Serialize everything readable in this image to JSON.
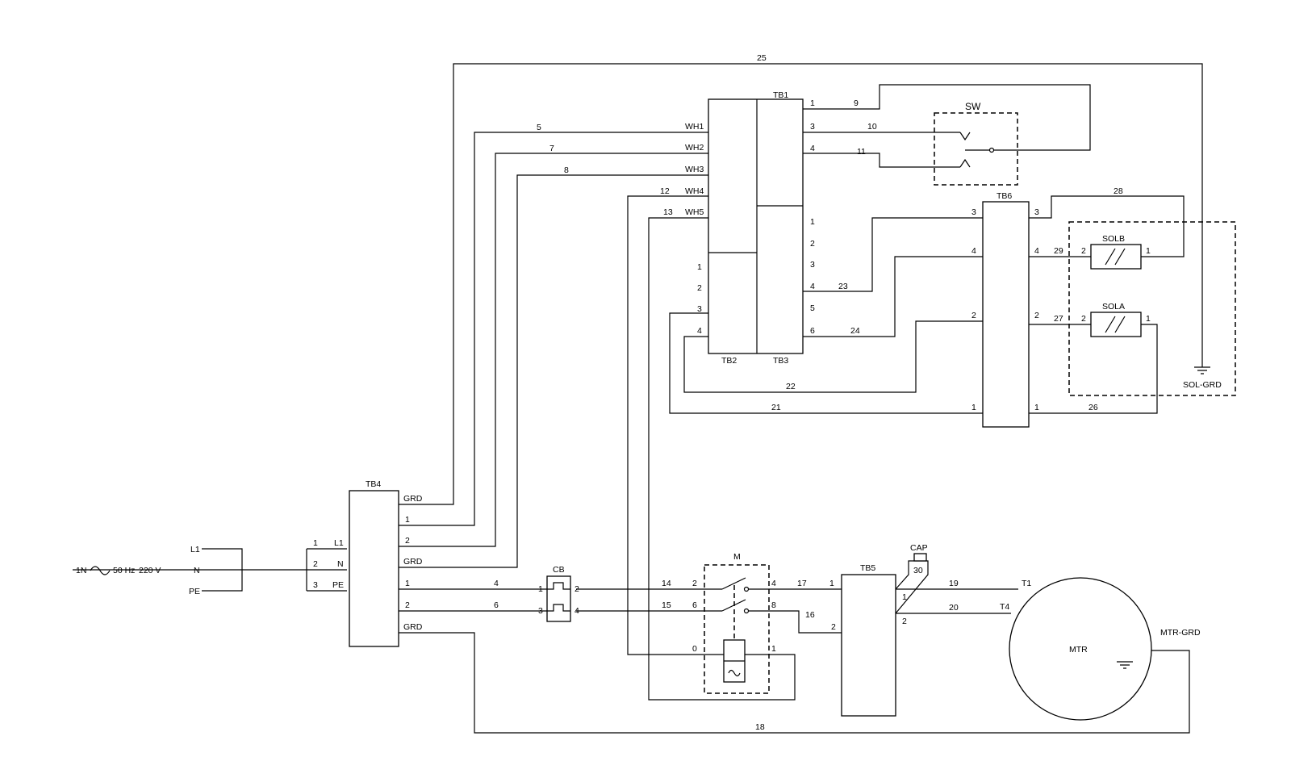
{
  "supply": {
    "label": "1N",
    "freq": "50 Hz",
    "volt": "220 V",
    "lines": [
      "L1",
      "N",
      "PE"
    ]
  },
  "tb4": {
    "name": "TB4",
    "in_nums": [
      "1",
      "2",
      "3"
    ],
    "in_labels": [
      "L1",
      "N",
      "PE"
    ],
    "out": [
      "GRD",
      "1",
      "2",
      "GRD",
      "1",
      "2",
      "GRD"
    ]
  },
  "cb": {
    "name": "CB",
    "terms": [
      "1",
      "2",
      "3",
      "4"
    ]
  },
  "m": {
    "name": "M",
    "terms": [
      "2",
      "4",
      "6",
      "8",
      "0",
      "1"
    ]
  },
  "tb5": {
    "name": "TB5",
    "terms": [
      "1",
      "2"
    ],
    "out": [
      "1",
      "2"
    ]
  },
  "cap": {
    "name": "CAP",
    "wire": "30"
  },
  "mtr": {
    "name": "MTR",
    "terms": [
      "T1",
      "T4"
    ],
    "grd": "MTR-GRD"
  },
  "tb1": {
    "name": "TB1",
    "terms": [
      "1",
      "3",
      "4"
    ]
  },
  "tb2": {
    "name": "TB2",
    "terms": [
      "1",
      "2",
      "3",
      "4"
    ]
  },
  "tb3": {
    "name": "TB3",
    "terms": [
      "1",
      "2",
      "3",
      "4",
      "5",
      "6"
    ]
  },
  "wh": [
    "WH1",
    "WH2",
    "WH3",
    "WH4",
    "WH5"
  ],
  "sw": {
    "name": "SW"
  },
  "tb6": {
    "name": "TB6",
    "left": [
      "3",
      "4",
      "2",
      "1"
    ],
    "right": [
      "3",
      "4",
      "2",
      "1"
    ]
  },
  "solb": {
    "name": "SOLB",
    "t_left": "2",
    "t_right": "1"
  },
  "sola": {
    "name": "SOLA",
    "t_left": "2",
    "t_right": "1"
  },
  "sol_grd": "SOL-GRD",
  "wires": {
    "w4": "4",
    "w5": "5",
    "w6": "6",
    "w7": "7",
    "w8": "8",
    "w9": "9",
    "w10": "10",
    "w11": "11",
    "w12": "12",
    "w13": "13",
    "w14": "14",
    "w15": "15",
    "w16": "16",
    "w17": "17",
    "w18": "18",
    "w19": "19",
    "w20": "20",
    "w21": "21",
    "w22": "22",
    "w23": "23",
    "w24": "24",
    "w25": "25",
    "w26": "26",
    "w27": "27",
    "w28": "28",
    "w29": "29"
  }
}
